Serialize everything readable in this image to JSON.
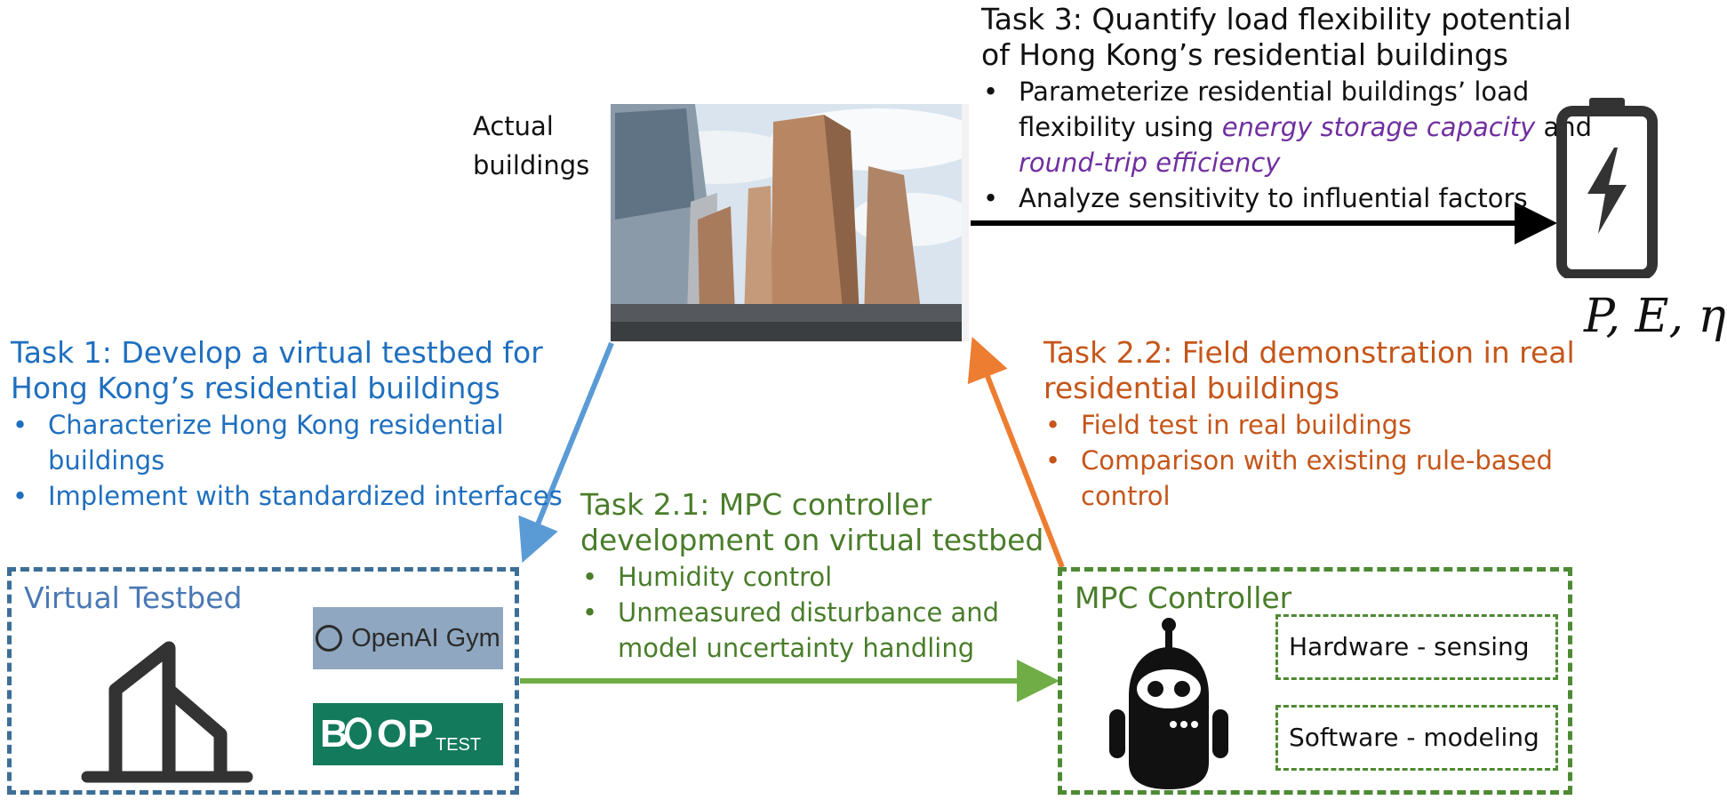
{
  "task3": {
    "title_line1": "Task 3: Quantify load flexibility potential",
    "title_line2": "of Hong Kong’s residential buildings",
    "bullet1_a": "Parameterize residential buildings’ load",
    "bullet1_b_pre": "flexibility using ",
    "bullet1_b_em": "energy storage capacity",
    "bullet1_b_post": " and",
    "bullet1_c_em": "round-trip efficiency",
    "bullet2": "Analyze sensitivity to influential factors"
  },
  "actual_buildings": {
    "line1": "Actual",
    "line2": "buildings"
  },
  "battery": {
    "label": "P, E, η",
    "icon": "battery-icon"
  },
  "task1": {
    "title_line1": "Task 1: Develop a virtual testbed for",
    "title_line2": "Hong Kong’s residential buildings",
    "bullet1_a": "Characterize Hong Kong residential",
    "bullet1_b": "buildings",
    "bullet2": "Implement with standardized interfaces"
  },
  "task22": {
    "title_line1": "Task 2.2: Field demonstration in real",
    "title_line2": "residential buildings",
    "bullet1": "Field test in real buildings",
    "bullet2_a": "Comparison with existing rule-based",
    "bullet2_b": "control"
  },
  "task21": {
    "title_line1": "Task 2.1: MPC controller",
    "title_line2": "development on virtual testbed",
    "bullet1": "Humidity control",
    "bullet2_a": "Unmeasured disturbance and",
    "bullet2_b": "model uncertainty handling"
  },
  "virtual_testbed": {
    "label": "Virtual Testbed",
    "openai_gym": "OpenAI Gym",
    "boptest_b": "B",
    "boptest_op": "OP",
    "boptest_test": "TEST"
  },
  "mpc_controller": {
    "label": "MPC Controller",
    "hardware": "Hardware - sensing",
    "software": "Software - modeling"
  },
  "colors": {
    "blue": "#1f6fbf",
    "green": "#4a7d2b",
    "orange": "#c5561a",
    "purple": "#7030a0",
    "box_blue": "#3d6e96",
    "box_green": "#4e8a34",
    "arrow_blue": "#5b9bd5",
    "arrow_green": "#70ad47",
    "arrow_orange": "#ed7d31"
  }
}
